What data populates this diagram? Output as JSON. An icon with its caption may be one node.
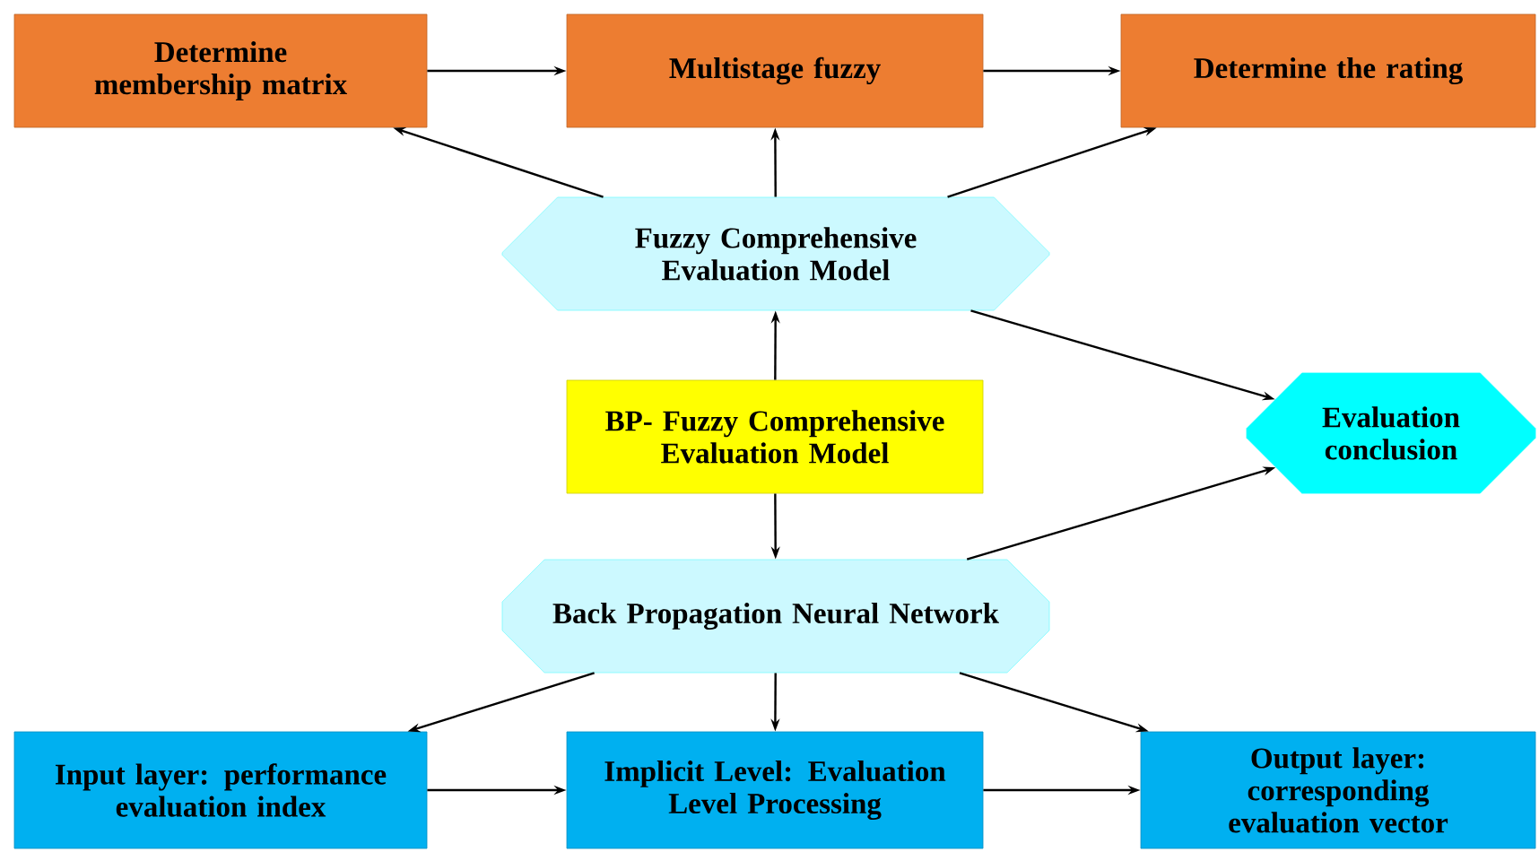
{
  "diagram": {
    "nodes": [
      {
        "text": [
          "Determine membership matrix"
        ]
      },
      {
        "text": [
          "Multistage fuzzy"
        ]
      },
      {
        "text": [
          "Determine the rating"
        ]
      },
      {
        "text": [
          "Fuzzy Comprehensive Evaluation Model"
        ]
      },
      {
        "text": [
          "BP- Fuzzy Comprehensive Evaluation Model"
        ]
      },
      {
        "text": [
          "Evaluation conclusion"
        ]
      },
      {
        "text": [
          "Back Propagation Neural Network"
        ]
      },
      {
        "text": [
          "Input layer: performance evaluation index"
        ]
      },
      {
        "text": [
          "Implicit Level: Evaluation Level Processing"
        ]
      },
      {
        "text": [
          "Output layer: corresponding evaluation vector"
        ]
      }
    ],
    "edges": [
      {
        "from": 0,
        "to": 1,
        "arrow": "to"
      },
      {
        "from": 1,
        "to": 2,
        "arrow": "to"
      },
      {
        "from": 3,
        "to": 0,
        "arrow": "to"
      },
      {
        "from": 3,
        "to": 1,
        "arrow": "to"
      },
      {
        "from": 3,
        "to": 2,
        "arrow": "to"
      },
      {
        "from": 3,
        "to": 5,
        "arrow": "to"
      },
      {
        "from": 4,
        "to": 3,
        "arrow": "to"
      },
      {
        "from": 4,
        "to": 6,
        "arrow": "to"
      },
      {
        "from": 6,
        "to": 5,
        "arrow": "to"
      },
      {
        "from": 6,
        "to": 7,
        "arrow": "to"
      },
      {
        "from": 6,
        "to": 8,
        "arrow": "to"
      },
      {
        "from": 6,
        "to": 9,
        "arrow": "to"
      },
      {
        "from": 7,
        "to": 8,
        "arrow": "to"
      },
      {
        "from": 8,
        "to": 9,
        "arrow": "to"
      }
    ]
  }
}
